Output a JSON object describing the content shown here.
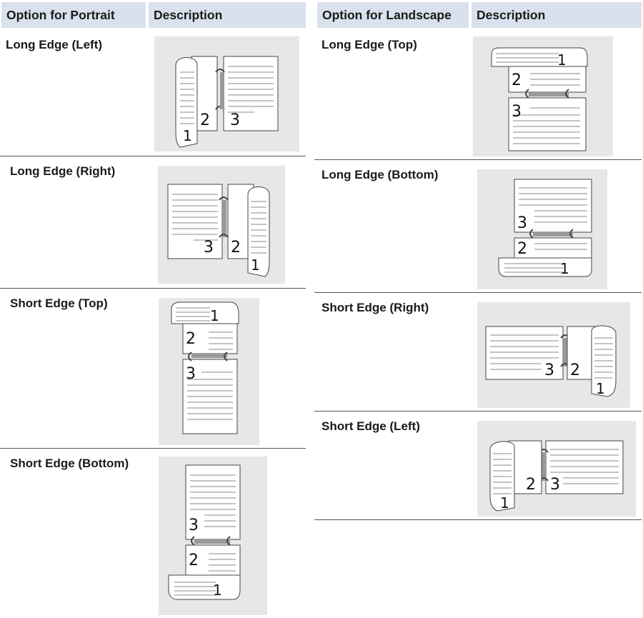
{
  "portrait": {
    "header_option": "Option for Portrait",
    "header_description": "Description",
    "rows": [
      {
        "label": "Long Edge (Left)",
        "icon": "long-edge-left-binding-icon",
        "pages": [
          "1",
          "2",
          "3"
        ]
      },
      {
        "label": "Long Edge (Right)",
        "icon": "long-edge-right-binding-icon",
        "pages": [
          "1",
          "2",
          "3"
        ]
      },
      {
        "label": "Short Edge (Top)",
        "icon": "short-edge-top-binding-icon",
        "pages": [
          "1",
          "2",
          "3"
        ]
      },
      {
        "label": "Short Edge (Bottom)",
        "icon": "short-edge-bottom-binding-icon",
        "pages": [
          "1",
          "2",
          "3"
        ]
      }
    ]
  },
  "landscape": {
    "header_option": "Option for Landscape",
    "header_description": "Description",
    "rows": [
      {
        "label": "Long Edge (Top)",
        "icon": "long-edge-top-binding-icon",
        "pages": [
          "1",
          "2",
          "3"
        ]
      },
      {
        "label": "Long Edge (Bottom)",
        "icon": "long-edge-bottom-binding-icon",
        "pages": [
          "1",
          "2",
          "3"
        ]
      },
      {
        "label": "Short Edge (Right)",
        "icon": "short-edge-right-binding-icon",
        "pages": [
          "1",
          "2",
          "3"
        ]
      },
      {
        "label": "Short Edge (Left)",
        "icon": "short-edge-left-binding-icon",
        "pages": [
          "1",
          "2",
          "3"
        ]
      }
    ]
  },
  "colors": {
    "header_bg": "#d9e1ee",
    "illustration_bg": "#e7e7e7",
    "rule": "#555555"
  }
}
